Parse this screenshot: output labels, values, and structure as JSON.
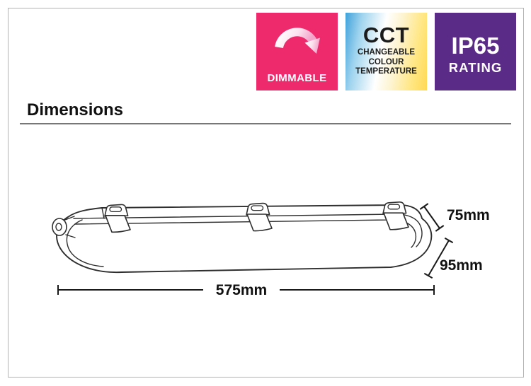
{
  "badges": {
    "dimmable": {
      "label": "DIMMABLE",
      "bg_color": "#ee2a6d",
      "icon": "dimming-arrow-icon"
    },
    "cct": {
      "title": "CCT",
      "line1": "CHANGEABLE",
      "line2": "COLOUR",
      "line3": "TEMPERATURE",
      "gradient_left": "#3fa2da",
      "gradient_right": "#ffd952"
    },
    "ip65": {
      "title": "IP65",
      "label": "RATING",
      "bg_color": "#5b2c87"
    }
  },
  "section_title": "Dimensions",
  "dimensions": {
    "length": "575mm",
    "height": "75mm",
    "depth": "95mm"
  }
}
